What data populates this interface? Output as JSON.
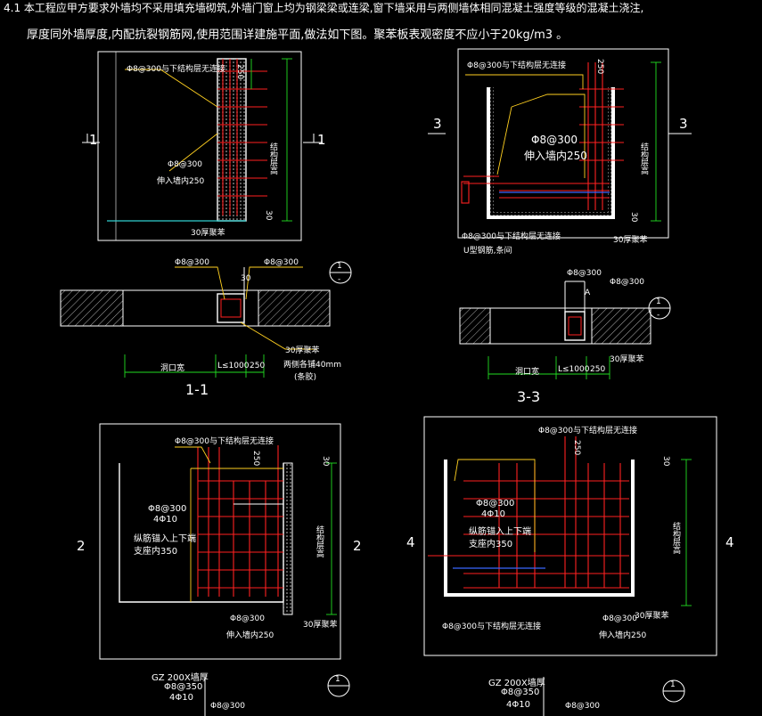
{
  "notes": {
    "line1": "4.1  本工程应甲方要求外墙均不采用填充墙砌筑,外墙门窗上均为钢梁梁或连梁,窗下墙采用与两侧墙体相同混凝土强度等级的混凝土浇注,",
    "line2": "厚度同外墙厚度,内配抗裂钢筋网,使用范围详建施平面,做法如下图。聚苯板表观密度不应小于20kg/m3 。"
  },
  "colors": {
    "background": "#000000",
    "wall": "#ffffff",
    "rebar": "#ff2020",
    "dimension": "#22dd22",
    "leader": "#ffd020",
    "blue": "#3a66ff",
    "cyan": "#30d0d0",
    "text": "#ffffff"
  },
  "labels": {
    "rebar_to_lower": "Φ8@300与下结构层无连接",
    "rebar_to_lower_2": "Φ8@300与下结构层无连接",
    "phi8_300": "Φ8@300",
    "embed_250": "伸入墙内250",
    "foam_30": "30厚聚苯",
    "struct_height": "结构层高",
    "dim_250": "250",
    "dim_30": "30",
    "u_bar": "U型钢筋,条间",
    "opening_width": "洞口宽",
    "l_1000": "L≤1000",
    "two_layer": "两侧各铺40mm",
    "ribbon": "(条胶)",
    "rebar_4phi10": "4Φ10",
    "anchor_note_a": "纵筋锚入上下端",
    "anchor_note_b": "支座内350",
    "gz_label": "GZ 200X墙厚",
    "phi8_300_short": "Φ8@300",
    "phi8_350": "Φ8@350",
    "a_mark": "A"
  },
  "sections": {
    "s1": "1",
    "s1_title": "1-1",
    "s3": "3",
    "s3_title": "3-3",
    "s2": "2",
    "s4": "4",
    "circle_num": "1",
    "circle_sub": "-"
  }
}
